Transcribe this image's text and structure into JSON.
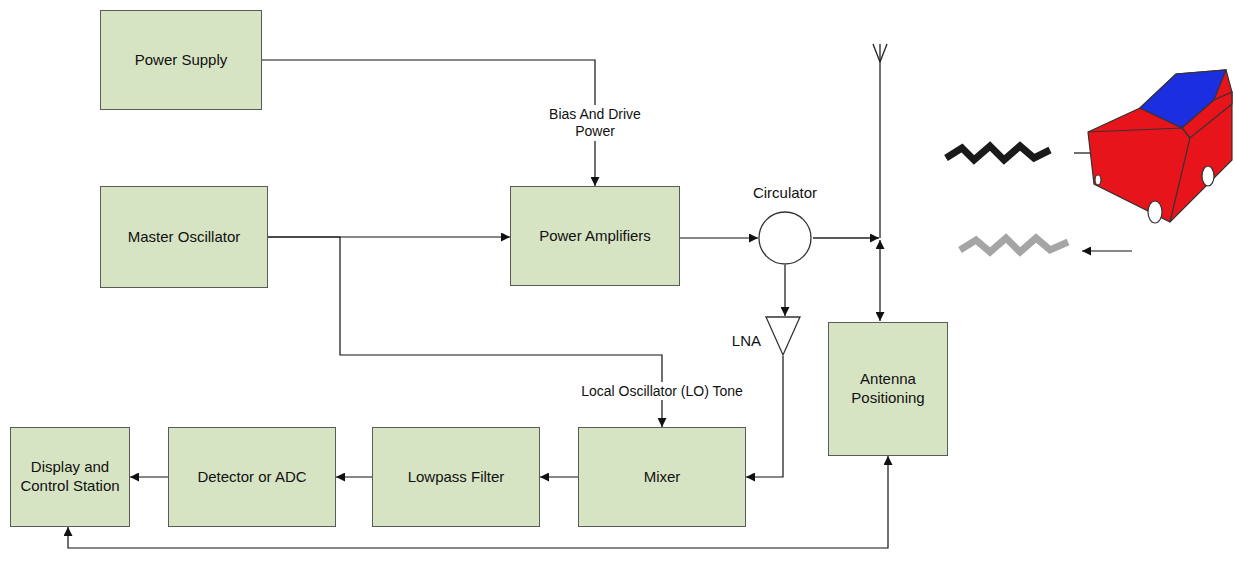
{
  "diagram": {
    "nodes": [
      {
        "text": [
          "Power Supply"
        ]
      },
      {
        "text": [
          "Master Oscillator"
        ]
      },
      {
        "text": [
          "Power Amplifiers"
        ]
      },
      {
        "text": [
          "Circulator"
        ]
      },
      {
        "text": [
          "LNA"
        ]
      },
      {
        "text": [
          "Antenna Positioning"
        ]
      },
      {
        "text": [
          "Display and Control Station"
        ]
      },
      {
        "text": [
          "Detector or ADC"
        ]
      },
      {
        "text": [
          "Lowpass Filter"
        ]
      },
      {
        "text": [
          "Mixer"
        ]
      }
    ],
    "edges": [
      {
        "from": 0,
        "to": 2,
        "label": "Bias And Drive Power",
        "arrow": "to"
      },
      {
        "from": 1,
        "to": 2,
        "arrow": "to"
      },
      {
        "from": 1,
        "to": 9,
        "label": "Local Oscillator (LO) Tone",
        "arrow": "to"
      },
      {
        "from": 2,
        "to": 3,
        "arrow": "to"
      },
      {
        "from": 3,
        "to": 4,
        "arrow": "to"
      },
      {
        "from": 4,
        "to": 9,
        "arrow": "to"
      },
      {
        "from": 9,
        "to": 8,
        "arrow": "to"
      },
      {
        "from": 8,
        "to": 7,
        "arrow": "to"
      },
      {
        "from": 7,
        "to": 6,
        "arrow": "to"
      },
      {
        "from": 5,
        "to": 6,
        "arrow": "both"
      }
    ]
  }
}
